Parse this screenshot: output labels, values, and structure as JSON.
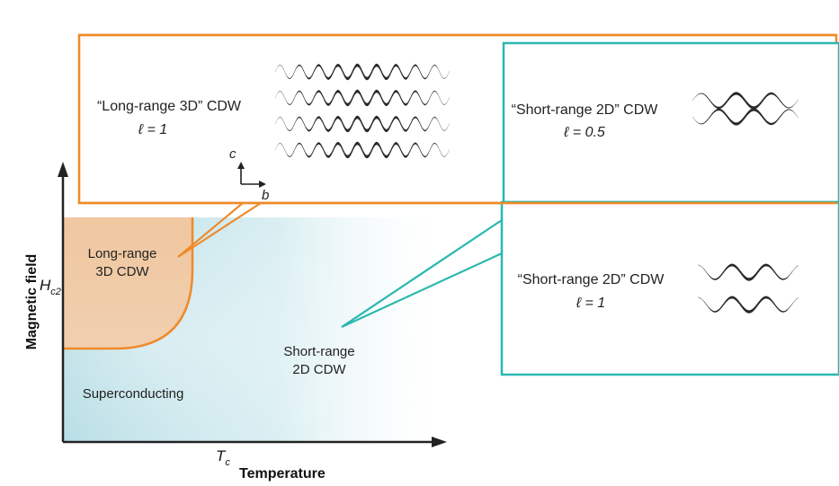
{
  "axes": {
    "y_label": "Magnetic field",
    "x_label": "Temperature",
    "y_tick": {
      "main": "H",
      "sub": "c2"
    },
    "x_tick": {
      "main": "T",
      "sub": "c"
    }
  },
  "regions": {
    "long_range": {
      "line1": "Long-range",
      "line2": "3D CDW",
      "color": "#efc9a4"
    },
    "short_range": {
      "line1": "Short-range",
      "line2": "2D CDW",
      "color": "#bfe0e6"
    },
    "superconducting": {
      "label": "Superconducting"
    }
  },
  "callouts": {
    "long_range_3d": {
      "title": "“Long-range 3D” CDW",
      "ell": "ℓ = 1",
      "color": "#ef8a2a"
    },
    "short_range_2d_half": {
      "title": "“Short-range 2D” CDW",
      "ell": "ℓ = 0.5",
      "color": "#2bb8b0"
    },
    "short_range_2d_one": {
      "title": "“Short-range 2D” CDW",
      "ell": "ℓ = 1",
      "color": "#2bb8b0"
    }
  },
  "lattice_axes": {
    "c": "c",
    "b": "b"
  },
  "colors": {
    "axis": "#222222",
    "wave": "#2a2a2a"
  }
}
